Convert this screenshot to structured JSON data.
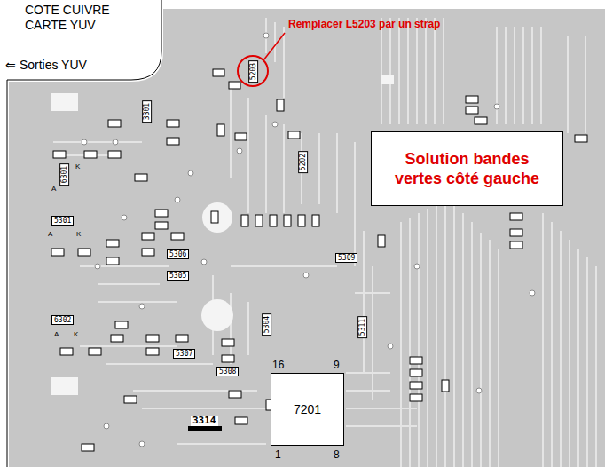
{
  "diagram": {
    "title": "COTE CUIVRE CARTE YUV",
    "nodes": [
      {
        "text": [
          "Solution bandes vertes côté gauche"
        ]
      },
      {
        "text": [
          "7201"
        ]
      }
    ],
    "labels": [
      "⇐ Sorties YUV",
      "Remplacer L5203 par un strap",
      "5203",
      "3301",
      "6301",
      "K",
      "A",
      "5202",
      "5301",
      "A",
      "K",
      "5306",
      "5305",
      "5309",
      "5304",
      "5311",
      "6302",
      "A",
      "K",
      "5307",
      "5308",
      "3314",
      "16",
      "9",
      "1",
      "8"
    ]
  }
}
